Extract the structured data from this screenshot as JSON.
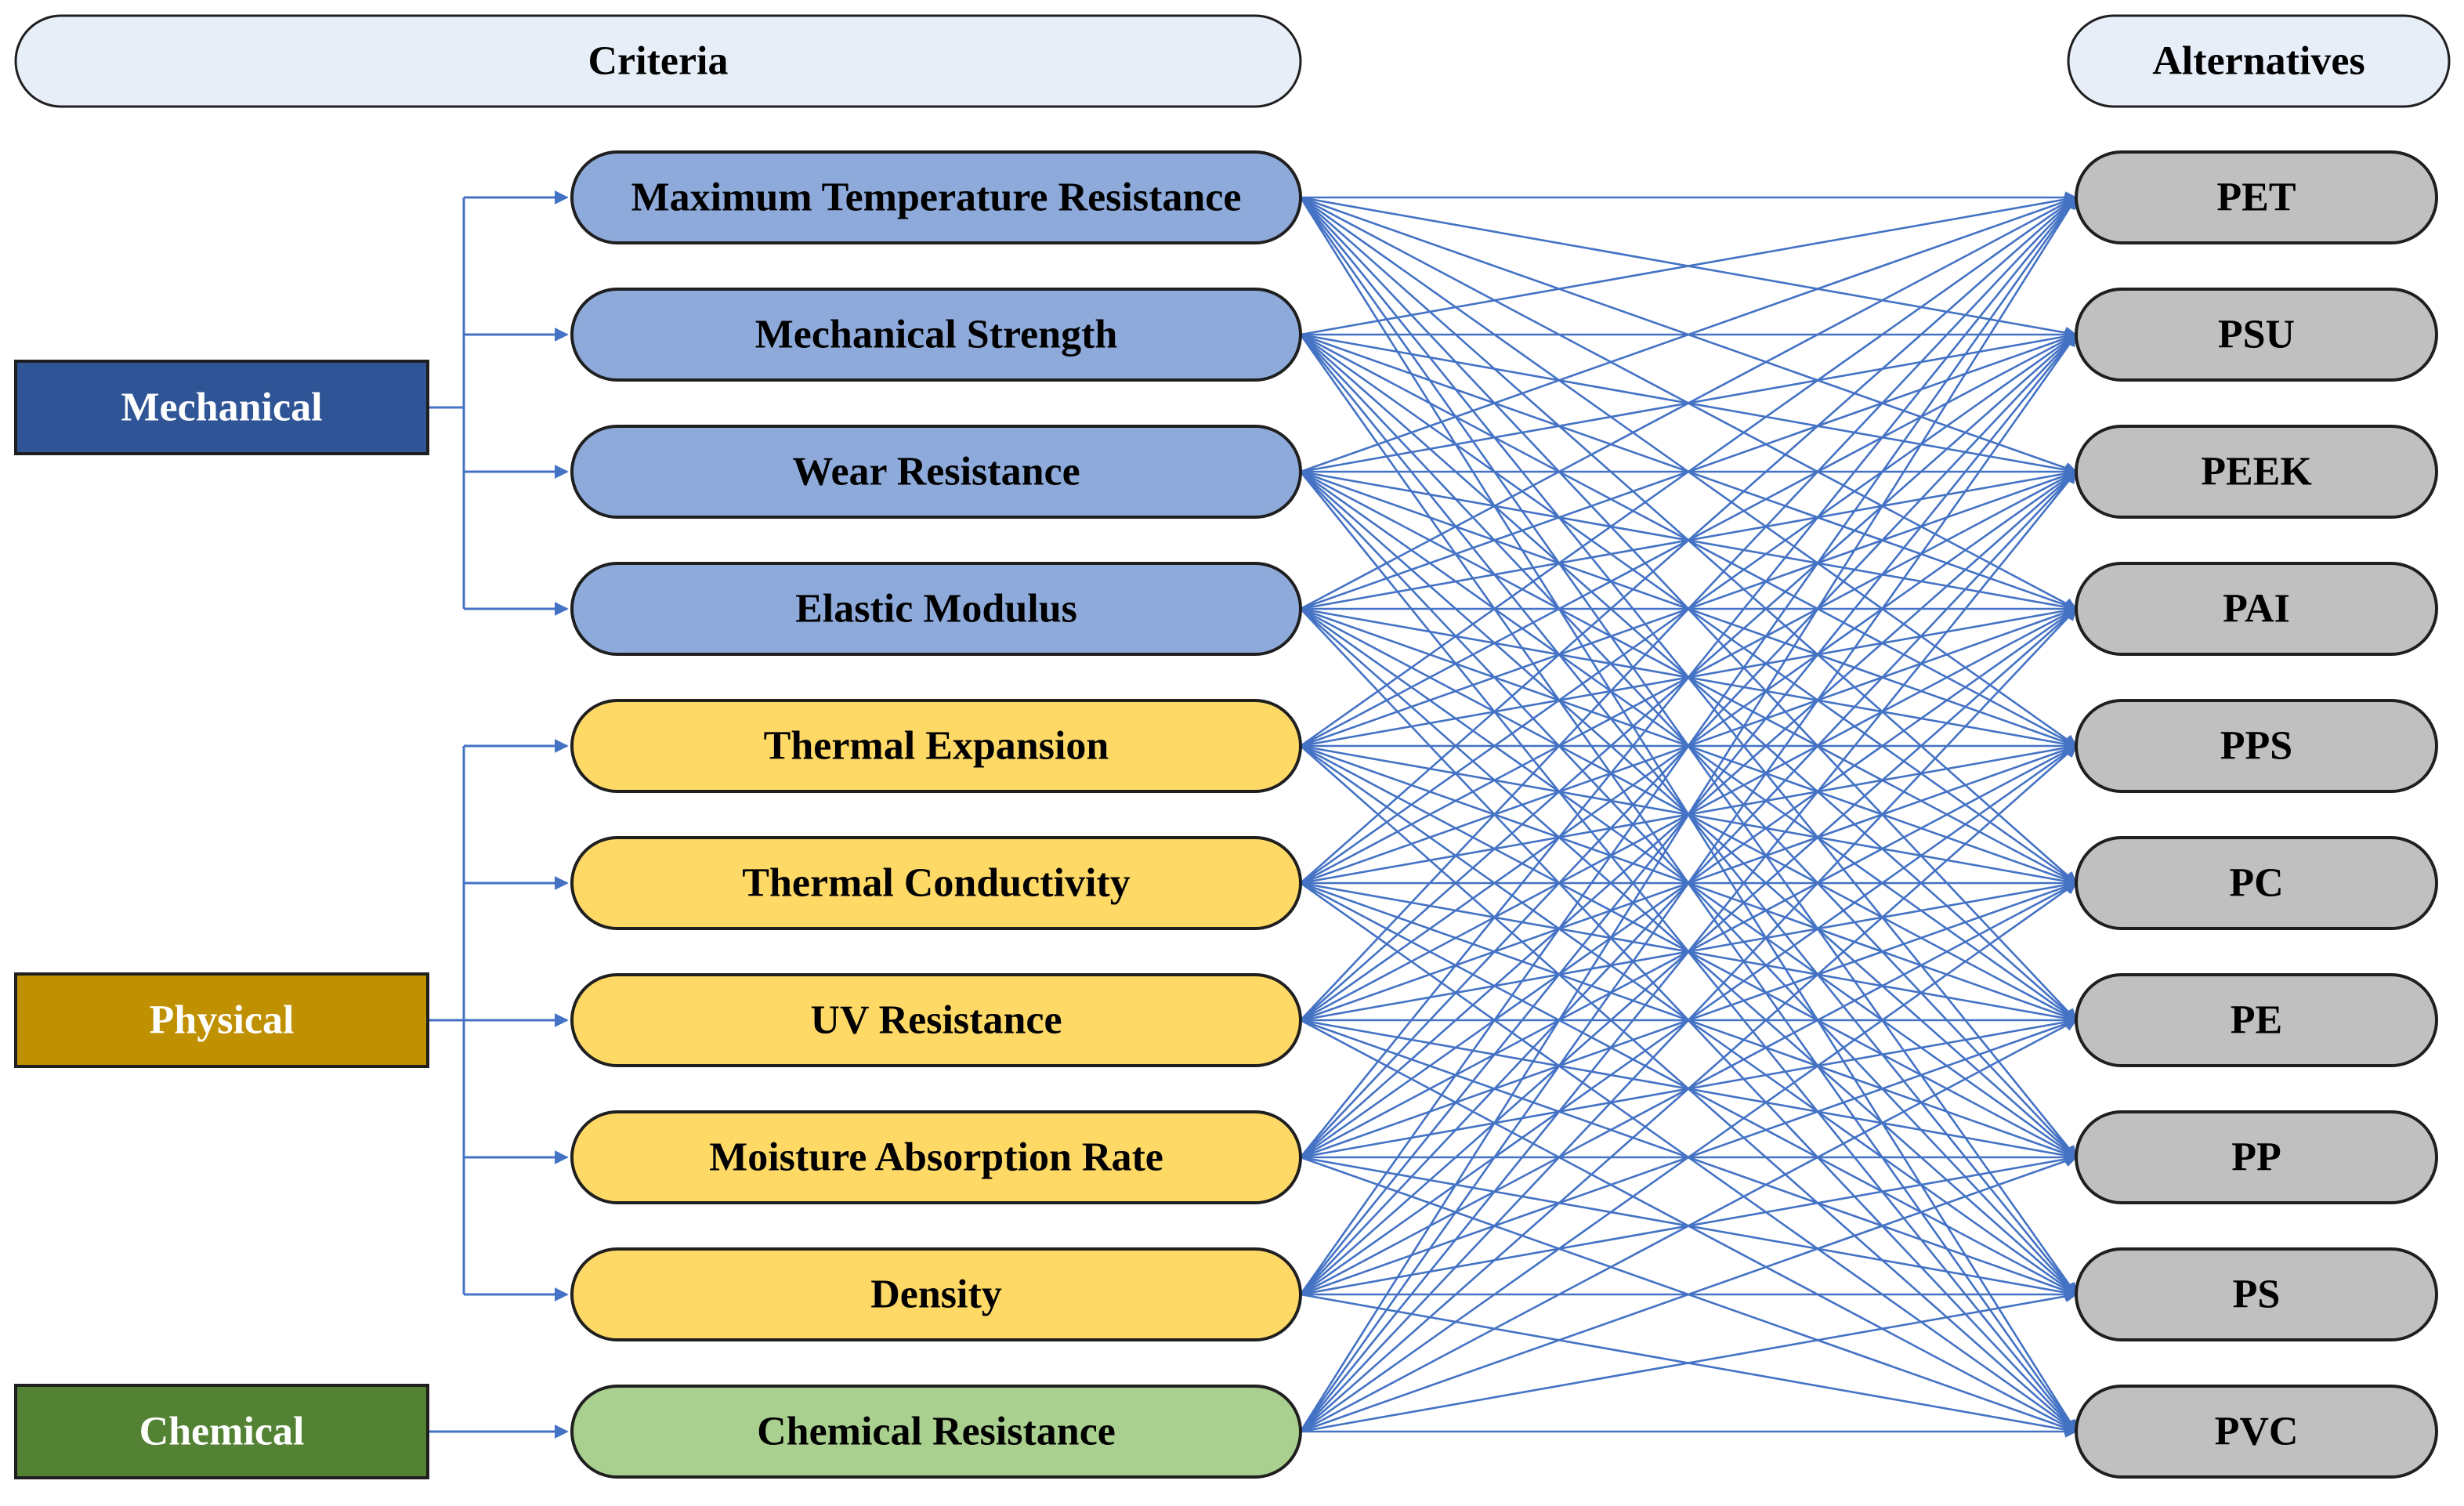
{
  "header": {
    "criteria_label": "Criteria",
    "alternatives_label": "Alternatives"
  },
  "categories": [
    {
      "label": "Mechanical",
      "color": "#2f5597"
    },
    {
      "label": "Physical",
      "color": "#bf9000"
    },
    {
      "label": "Chemical",
      "color": "#548235"
    }
  ],
  "criteria": [
    {
      "label": "Maximum Temperature Resistance",
      "category": "Mechanical"
    },
    {
      "label": "Mechanical Strength",
      "category": "Mechanical"
    },
    {
      "label": "Wear Resistance",
      "category": "Mechanical"
    },
    {
      "label": "Elastic Modulus",
      "category": "Mechanical"
    },
    {
      "label": "Thermal Expansion",
      "category": "Physical"
    },
    {
      "label": "Thermal Conductivity",
      "category": "Physical"
    },
    {
      "label": "UV Resistance",
      "category": "Physical"
    },
    {
      "label": "Moisture Absorption Rate",
      "category": "Physical"
    },
    {
      "label": "Density",
      "category": "Physical"
    },
    {
      "label": "Chemical Resistance",
      "category": "Chemical"
    }
  ],
  "alternatives": [
    "PET",
    "PSU",
    "PEEK",
    "PAI",
    "PPS",
    "PC",
    "PE",
    "PP",
    "PS",
    "PVC"
  ],
  "colors": {
    "header_fill": "#e8eef8",
    "mechanical_criteria_fill": "#8eaadb",
    "physical_criteria_fill": "#ffd966",
    "chemical_criteria_fill": "#a9d08e",
    "alternative_fill": "#c0c0c0",
    "connector": "#4472c4",
    "category_text": "#ffffff",
    "box_text": "#000000"
  }
}
